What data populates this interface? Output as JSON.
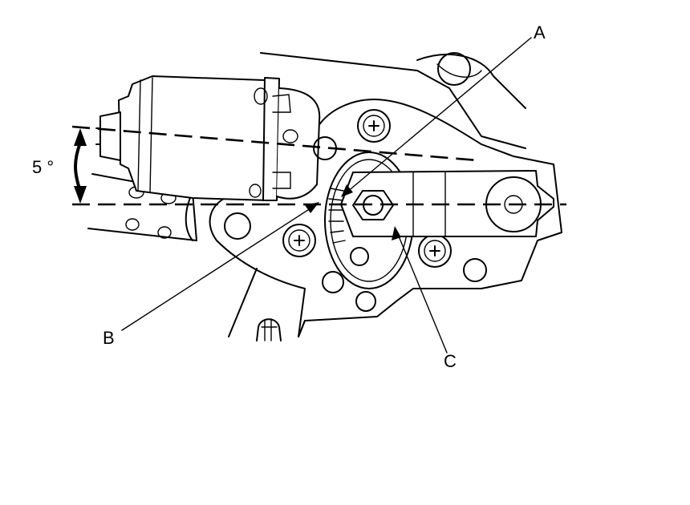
{
  "diagram": {
    "angle_label": "5 °",
    "callouts": [
      {
        "id": "A",
        "text": "A"
      },
      {
        "id": "B",
        "text": "B"
      },
      {
        "id": "C",
        "text": "C"
      }
    ]
  }
}
